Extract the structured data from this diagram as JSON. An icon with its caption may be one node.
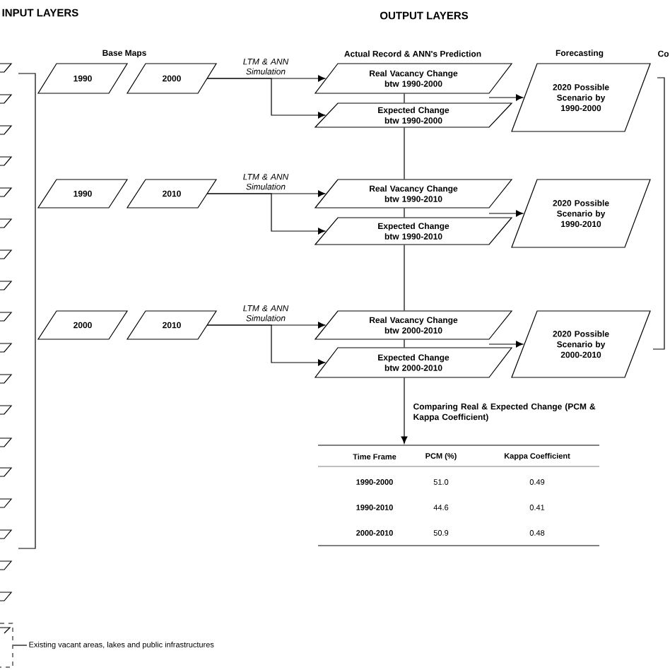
{
  "diagram": {
    "nodes": [
      {
        "text": [
          "1990"
        ]
      },
      {
        "text": [
          "2000"
        ]
      },
      {
        "text": [
          "Real Vacancy Change btw 1990-2000"
        ]
      },
      {
        "text": [
          "Expected Change btw 1990-2000"
        ]
      },
      {
        "text": [
          "2020 Possible Scenario by 1990-2000"
        ]
      },
      {
        "text": [
          "1990"
        ]
      },
      {
        "text": [
          "2010"
        ]
      },
      {
        "text": [
          "Real Vacancy Change btw 1990-2010"
        ]
      },
      {
        "text": [
          "Expected Change btw 1990-2010"
        ]
      },
      {
        "text": [
          "2020 Possible Scenario by 1990-2010"
        ]
      },
      {
        "text": [
          "2000"
        ]
      },
      {
        "text": [
          "2010"
        ]
      },
      {
        "text": [
          "Real Vacancy Change btw 2000-2010"
        ]
      },
      {
        "text": [
          "Expected Change btw 2000-2010"
        ]
      },
      {
        "text": [
          "2020 Possible Scenario by 2000-2010"
        ]
      },
      {
        "text": [],
        "shape": "table"
      },
      {
        "text": [],
        "shape": "parallelogram"
      },
      {
        "text": [],
        "shape": "parallelogram"
      },
      {
        "text": [],
        "shape": "parallelogram"
      },
      {
        "text": [],
        "shape": "parallelogram"
      },
      {
        "text": [],
        "shape": "parallelogram"
      },
      {
        "text": [],
        "shape": "parallelogram"
      },
      {
        "text": [],
        "shape": "parallelogram"
      },
      {
        "text": [],
        "shape": "parallelogram"
      },
      {
        "text": [],
        "shape": "parallelogram"
      },
      {
        "text": [],
        "shape": "parallelogram"
      },
      {
        "text": [],
        "shape": "parallelogram"
      },
      {
        "text": [],
        "shape": "parallelogram"
      },
      {
        "text": [],
        "shape": "parallelogram"
      },
      {
        "text": [],
        "shape": "parallelogram"
      },
      {
        "text": [],
        "shape": "parallelogram"
      },
      {
        "text": [],
        "shape": "parallelogram"
      },
      {
        "text": [],
        "shape": "parallelogram"
      },
      {
        "text": [],
        "shape": "parallelogram"
      },
      {
        "text": [],
        "shape": "box"
      },
      {
        "text": [
          "Existing vacant areas, lakes and public infrastructures"
        ]
      }
    ],
    "edges": [
      {
        "from": 1,
        "to": 2,
        "arrow": "to",
        "label": "LTM & ANN Simulation"
      },
      {
        "from": 1,
        "to": 3,
        "arrow": "to"
      },
      {
        "from": 6,
        "to": 7,
        "arrow": "to",
        "label": "LTM & ANN Simulation"
      },
      {
        "from": 6,
        "to": 8,
        "arrow": "to"
      },
      {
        "from": 11,
        "to": 12,
        "arrow": "to",
        "label": "LTM & ANN Simulation"
      },
      {
        "from": 11,
        "to": 13,
        "arrow": "to"
      },
      {
        "from": 2,
        "to": 3,
        "arrow": "none"
      },
      {
        "from": 3,
        "to": 7,
        "arrow": "none"
      },
      {
        "from": 7,
        "to": 8,
        "arrow": "none"
      },
      {
        "from": 8,
        "to": 12,
        "arrow": "none"
      },
      {
        "from": 12,
        "to": 13,
        "arrow": "none"
      },
      {
        "from": 13,
        "to": 15,
        "arrow": "to",
        "label": "Comparing Real & Expected Change (PCM & Kappa Coefficient)"
      },
      {
        "from": 2,
        "to": 4,
        "arrow": "to"
      },
      {
        "from": 7,
        "to": 9,
        "arrow": "to"
      },
      {
        "from": 12,
        "to": 14,
        "arrow": "to"
      },
      {
        "from": 35,
        "to": 34,
        "arrow": "none"
      }
    ],
    "labels": [
      "INPUT LAYERS",
      "OUTPUT LAYERS",
      "Base Maps",
      "Actual Record & ANN's Prediction",
      "Forecasting",
      "Co",
      "Time Frame",
      "PCM (%)",
      "Kappa Coefficient",
      "1990-2000",
      "51.0",
      "0.49",
      "1990-2010",
      "44.6",
      "0.41",
      "2000-2010",
      "50.9",
      "0.48"
    ]
  }
}
